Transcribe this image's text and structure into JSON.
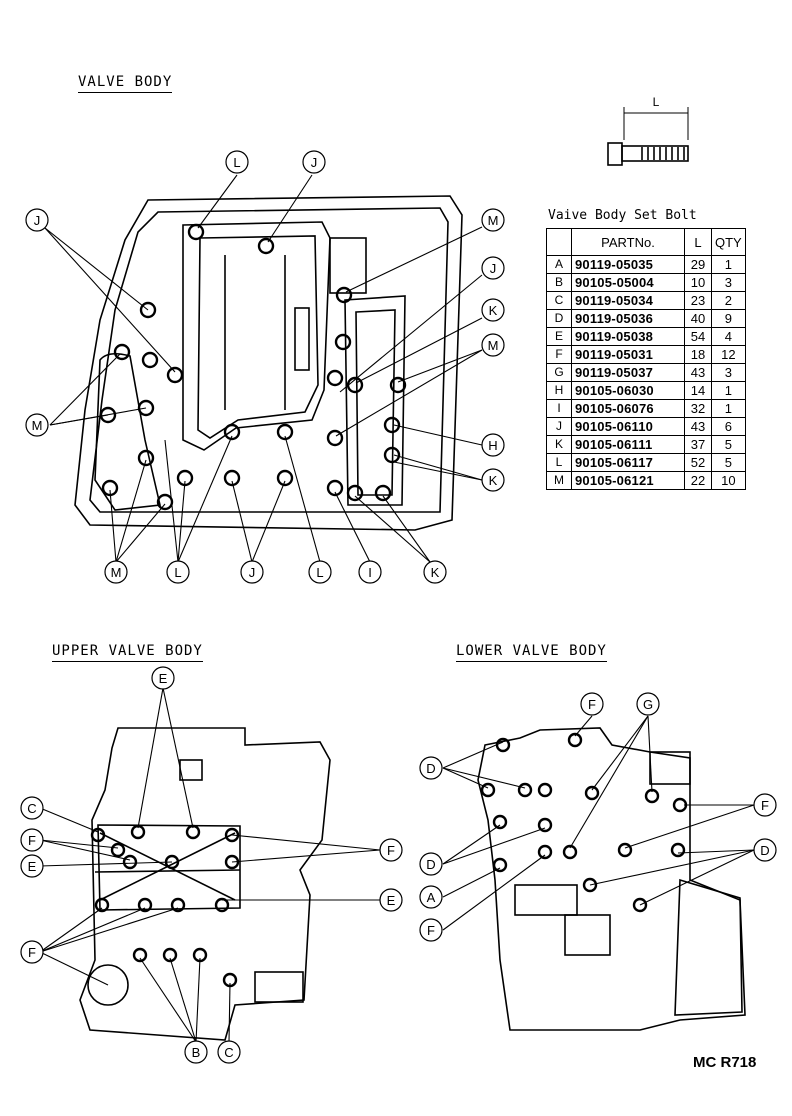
{
  "sections": {
    "valve_body": "VALVE BODY",
    "upper_valve_body": "UPPER VALVE BODY",
    "lower_valve_body": "LOWER VALVE BODY"
  },
  "bolt_icon_label": "L",
  "table": {
    "title": "Vaive Body Set Bolt",
    "headers": [
      "",
      "PARTNo.",
      "L",
      "QTY"
    ],
    "rows": [
      {
        "letter": "A",
        "part": "90119-05035",
        "l": "29",
        "qty": "1"
      },
      {
        "letter": "B",
        "part": "90105-05004",
        "l": "10",
        "qty": "3"
      },
      {
        "letter": "C",
        "part": "90119-05034",
        "l": "23",
        "qty": "2"
      },
      {
        "letter": "D",
        "part": "90119-05036",
        "l": "40",
        "qty": "9"
      },
      {
        "letter": "E",
        "part": "90119-05038",
        "l": "54",
        "qty": "4"
      },
      {
        "letter": "F",
        "part": "90119-05031",
        "l": "18",
        "qty": "12"
      },
      {
        "letter": "G",
        "part": "90119-05037",
        "l": "43",
        "qty": "3"
      },
      {
        "letter": "H",
        "part": "90105-06030",
        "l": "14",
        "qty": "1"
      },
      {
        "letter": "I",
        "part": "90105-06076",
        "l": "32",
        "qty": "1"
      },
      {
        "letter": "J",
        "part": "90105-06110",
        "l": "43",
        "qty": "6"
      },
      {
        "letter": "K",
        "part": "90105-06111",
        "l": "37",
        "qty": "5"
      },
      {
        "letter": "L",
        "part": "90105-06117",
        "l": "52",
        "qty": "5"
      },
      {
        "letter": "M",
        "part": "90105-06121",
        "l": "22",
        "qty": "10"
      }
    ]
  },
  "callouts": {
    "valve_body": [
      "L",
      "J",
      "J",
      "M",
      "J",
      "K",
      "M",
      "M",
      "H",
      "K",
      "M",
      "L",
      "J",
      "L",
      "I",
      "K"
    ],
    "upper": [
      "E",
      "C",
      "F",
      "E",
      "F",
      "E",
      "F",
      "B",
      "C"
    ],
    "lower": [
      "F",
      "G",
      "D",
      "F",
      "D",
      "A",
      "D",
      "F"
    ]
  },
  "drawing_code": "MC R718"
}
